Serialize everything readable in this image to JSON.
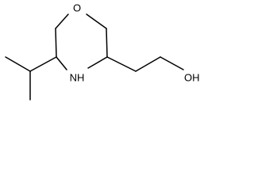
{
  "molecule": {
    "atoms": {
      "oxygen_ring": "O",
      "nitrogen_ring": "NH",
      "hydroxyl": "OH"
    }
  }
}
